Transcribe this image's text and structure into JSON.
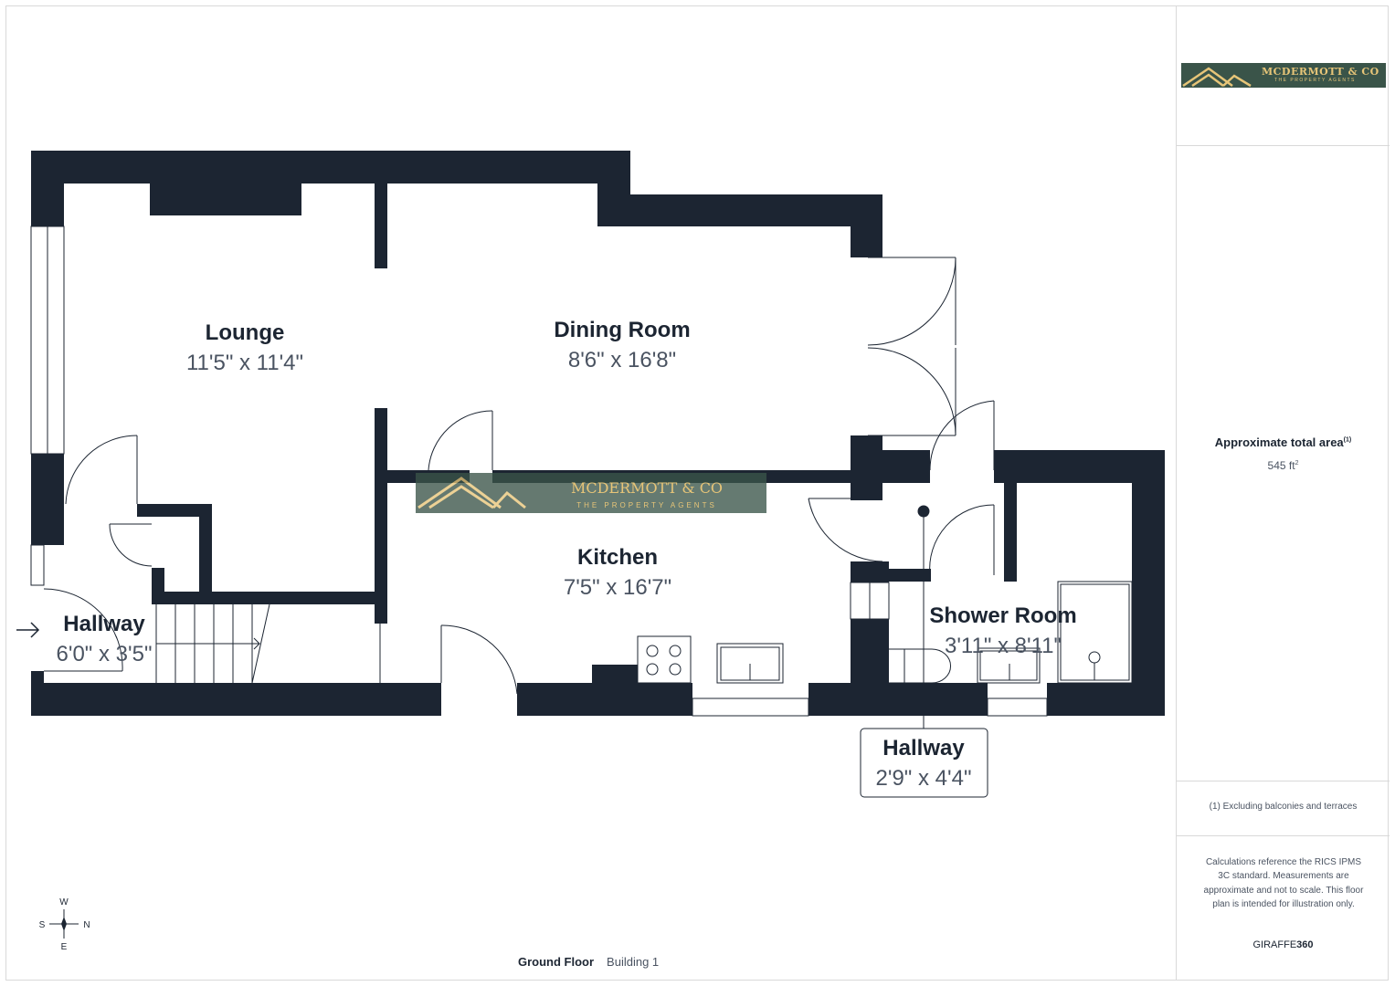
{
  "plan": {
    "rooms": [
      {
        "name": "Lounge",
        "dims": "11'5\" x 11'4\""
      },
      {
        "name": "Dining Room",
        "dims": "8'6\" x 16'8\""
      },
      {
        "name": "Kitchen",
        "dims": "7'5\" x 16'7\""
      },
      {
        "name": "Shower Room",
        "dims": "3'11\" x 8'11\""
      },
      {
        "name": "Hallway",
        "dims": "6'0\" x 3'5\""
      },
      {
        "name": "Hallway",
        "dims": "2'9\" x 4'4\""
      }
    ],
    "watermark": {
      "name": "MCDERMOTT & CO",
      "tagline": "THE PROPERTY AGENTS"
    },
    "compass": {
      "top": "W",
      "left": "S",
      "right": "N",
      "bottom": "E"
    },
    "colors": {
      "wall": "#1c2532",
      "text_secondary": "#4a5361",
      "logo_bg": "#3a5449",
      "logo_gold": "#e7c578"
    }
  },
  "sidebar": {
    "logo_name": "MCDERMOTT & CO",
    "logo_tagline": "THE PROPERTY AGENTS",
    "area_title": "Approximate total area",
    "area_sup": "(1)",
    "area_value": "545 ft",
    "area_unit_sup": "2",
    "note": "(1) Excluding balconies and terraces",
    "calc": "Calculations reference the RICS IPMS 3C standard. Measurements are approximate and not to scale. This floor plan is intended for illustration only.",
    "brand_a": "GIRAFFE",
    "brand_b": "360"
  },
  "footer": {
    "floor": "Ground Floor",
    "building": "Building 1"
  }
}
